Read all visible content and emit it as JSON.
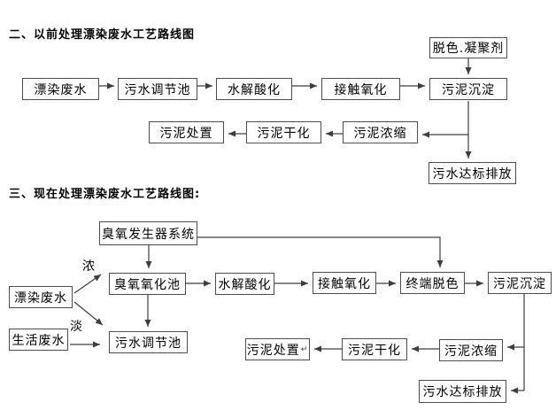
{
  "colors": {
    "background": "#ffffff",
    "box_border": "#4d4d4d",
    "connector": "#3d3d3d",
    "text": "#000000"
  },
  "old_process": {
    "title": "二、以前处理漂染废水工艺路线图",
    "nodes": {
      "dyeing_wastewater": "漂染废水",
      "regulating_tank": "污水调节池",
      "hydrolysis_acidification": "水解酸化",
      "contact_oxidation": "接触氧化",
      "sludge_sedimentation": "污泥沉淀",
      "decolor_coagulant": "脱色.凝聚剂",
      "sludge_disposal": "污泥处置",
      "sludge_drying": "污泥干化",
      "sludge_thickening": "污泥浓缩",
      "standard_discharge": "污水达标排放"
    },
    "edges": [
      "漂染废水 → 污水调节池",
      "污水调节池 → 水解酸化",
      "水解酸化 → 接触氧化",
      "接触氧化 → 污泥沉淀",
      "脱色.凝聚剂 → 污泥沉淀",
      "污泥沉淀 → 污泥浓缩",
      "污泥浓缩 → 污泥干化",
      "污泥干化 → 污泥处置",
      "污泥沉淀 → 污水达标排放"
    ]
  },
  "new_process": {
    "title": "三、现在处理漂染废水工艺路线图:",
    "edge_labels": {
      "concentrated": "浓",
      "dilute": "淡"
    },
    "nodes": {
      "ozone_generator": "臭氧发生器系统",
      "dyeing_wastewater": "漂染废水",
      "domestic_wastewater": "生活废水",
      "ozone_oxidation_pool": "臭氧氧化池",
      "hydrolysis_acidification": "水解酸化",
      "contact_oxidation": "接触氧化",
      "terminal_decolor": "终端脱色",
      "sludge_sedimentation": "污泥沉淀",
      "regulating_tank": "污水调节池",
      "sludge_disposal": "污泥处置",
      "sludge_disposal_mark": "↵",
      "sludge_drying": "污泥干化",
      "sludge_thickening": "污泥浓缩",
      "standard_discharge": "污水达标排放"
    },
    "edges": [
      "臭氧发生器系统 → 臭氧氧化池",
      "臭氧发生器系统 → 终端脱色",
      "漂染废水 →(浓) 臭氧氧化池",
      "漂染废水 →(淡) 污水调节池",
      "生活废水 → 污水调节池",
      "臭氧氧化池 → 水解酸化",
      "臭氧氧化池 → 污水调节池",
      "水解酸化 → 接触氧化",
      "接触氧化 → 终端脱色",
      "终端脱色 → 污泥沉淀",
      "污泥沉淀 → 污泥浓缩",
      "污泥浓缩 → 污泥干化",
      "污泥干化 → 污泥处置",
      "污泥沉淀 → 污水达标排放"
    ]
  }
}
